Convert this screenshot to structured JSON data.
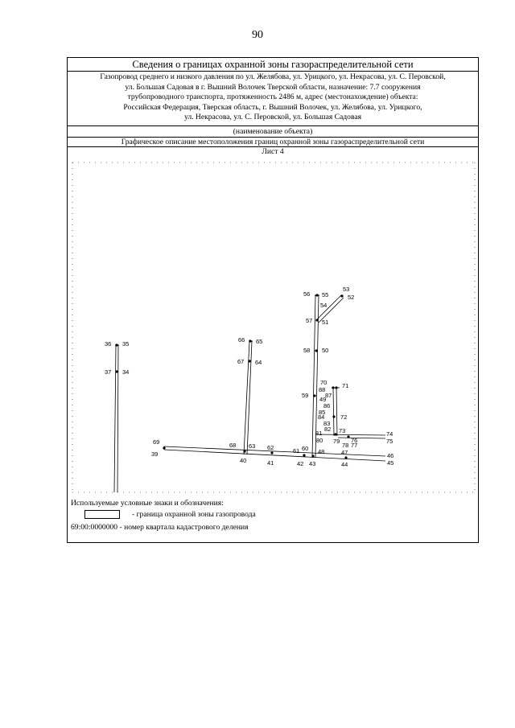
{
  "page_number": "90",
  "title": "Сведения о границах охранной зоны газораспределительной сети",
  "description_lines": [
    "Газопровод среднего и низкого давления по ул. Желябова, ул. Урицкого, ул. Некрасова, ул. С. Перовской,",
    "ул. Большая Садовая в г. Вышний Волочек Тверской области, назначение: 7.7 сооружения",
    "трубопроводного транспорта, протяженность 2486 м, адрес (местонахождение) объекта:",
    "Российская Федерация, Тверская область, г. Вышний Волочек, ул. Желябова, ул. Урицкого,",
    "ул. Некрасова, ул. С. Перовской, ул. Большая Садовая"
  ],
  "object_name_label": "(наименование объекта)",
  "graphic_title": "Графическое описание местоположения границ охранной зоны газораспределительной сети",
  "sheet_label": "Лист 4",
  "legend": {
    "title": "Используемые условные знаки и обозначения:",
    "item1": "-  граница охранной зоны газопровода",
    "item2": "69:00:0000000  -  номер квартала кадастрового деления"
  },
  "map_points": [
    {
      "n": "36"
    },
    {
      "n": "35"
    },
    {
      "n": "37"
    },
    {
      "n": "34"
    },
    {
      "n": "66"
    },
    {
      "n": "65"
    },
    {
      "n": "67"
    },
    {
      "n": "64"
    },
    {
      "n": "56"
    },
    {
      "n": "55"
    },
    {
      "n": "53"
    },
    {
      "n": "52"
    },
    {
      "n": "54"
    },
    {
      "n": "57"
    },
    {
      "n": "51"
    },
    {
      "n": "58"
    },
    {
      "n": "50"
    },
    {
      "n": "70"
    },
    {
      "n": "71"
    },
    {
      "n": "88"
    },
    {
      "n": "87"
    },
    {
      "n": "59"
    },
    {
      "n": "49"
    },
    {
      "n": "86"
    },
    {
      "n": "85"
    },
    {
      "n": "84"
    },
    {
      "n": "72"
    },
    {
      "n": "83"
    },
    {
      "n": "82"
    },
    {
      "n": "73"
    },
    {
      "n": "81"
    },
    {
      "n": "74"
    },
    {
      "n": "80"
    },
    {
      "n": "79"
    },
    {
      "n": "76"
    },
    {
      "n": "75"
    },
    {
      "n": "78"
    },
    {
      "n": "77"
    },
    {
      "n": "47"
    },
    {
      "n": "69"
    },
    {
      "n": "68"
    },
    {
      "n": "63"
    },
    {
      "n": "62"
    },
    {
      "n": "61"
    },
    {
      "n": "60"
    },
    {
      "n": "48"
    },
    {
      "n": "46"
    },
    {
      "n": "39"
    },
    {
      "n": "40"
    },
    {
      "n": "41"
    },
    {
      "n": "42"
    },
    {
      "n": "43"
    },
    {
      "n": "44"
    },
    {
      "n": "45"
    }
  ]
}
